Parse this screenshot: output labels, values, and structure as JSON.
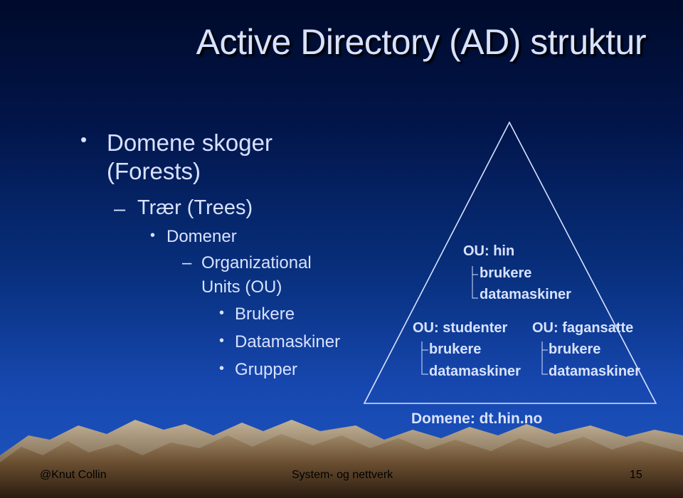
{
  "slide": {
    "title": "Active Directory (AD) struktur",
    "bullets": {
      "l1_line1": "Domene skoger",
      "l1_line2": "(Forests)",
      "l2": "Trær (Trees)",
      "l3": "Domener",
      "l4_line1": "Organizational",
      "l4_line2": "Units (OU)",
      "l5": [
        "Brukere",
        "Datamaskiner",
        "Grupper"
      ]
    },
    "diagram": {
      "ou_top": {
        "label": "OU: hin",
        "children": [
          "brukere",
          "datamaskiner"
        ]
      },
      "ou_left": {
        "label": "OU: studenter",
        "children": [
          "brukere",
          "datamaskiner"
        ]
      },
      "ou_right": {
        "label": "OU: fagansatte",
        "children": [
          "brukere",
          "datamaskiner"
        ]
      },
      "domain_label": "Domene: dt.hin.no"
    },
    "footer": {
      "author": "@Knut Collin",
      "course": "System- og nettverk",
      "page": "15"
    }
  },
  "colors": {
    "text": "#d8e2ff",
    "background_top": "#000a2a",
    "background_bottom": "#1e55c0",
    "mountain": "#7a6040"
  }
}
